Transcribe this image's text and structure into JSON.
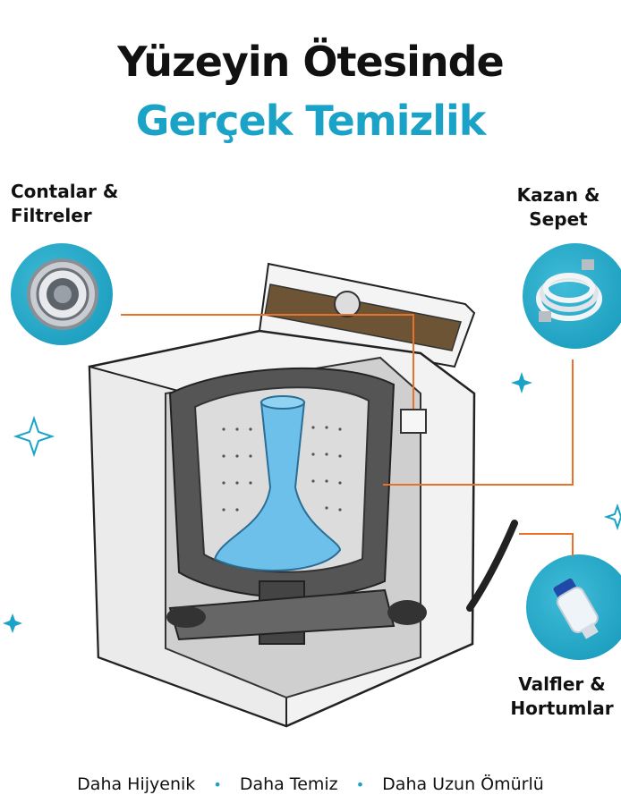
{
  "headline": {
    "line1": "Yüzeyin Ötesinde",
    "line2": "Gerçek Temizlik"
  },
  "callouts": [
    {
      "line1": "Contalar &",
      "line2": "Filtreler"
    },
    {
      "line1": "Kazan &",
      "line2": "Sepet"
    },
    {
      "line1": "Valfler &",
      "line2": "Hortumlar"
    }
  ],
  "footer": {
    "items": [
      "Daha Hijyenik",
      "Daha Temiz",
      "Daha Uzun Ömürlü"
    ],
    "separator": "•"
  },
  "colors": {
    "accent": "#1aa3c7",
    "leader_line": "#e8722a",
    "agitator": "#6cc0ea"
  },
  "icons": [
    "sparkle-icon",
    "door-seal-icon",
    "hose-icon",
    "valve-filter-icon"
  ]
}
